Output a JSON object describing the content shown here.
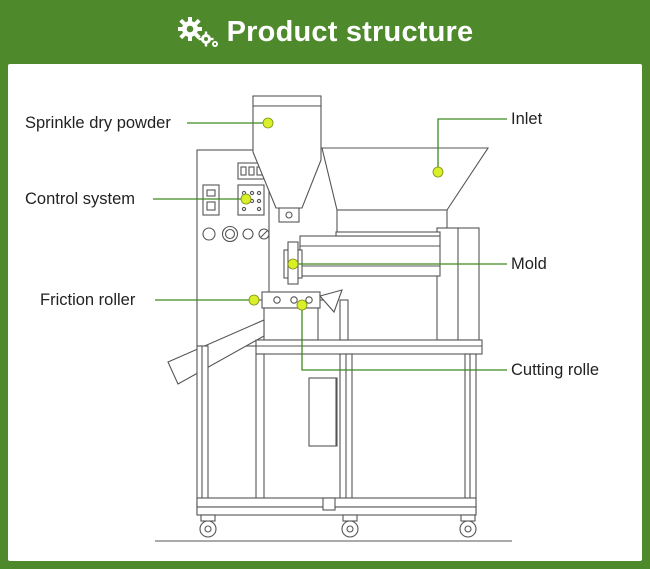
{
  "header": {
    "title": "Product structure",
    "icon": "gears-icon",
    "background": "#4e8a2c",
    "text_color": "#ffffff"
  },
  "diagram": {
    "panel_background": "#ffffff",
    "marker_color": "#d8ef2a",
    "leader_color": "#3c8a1e",
    "line_color": "#555555",
    "labels": {
      "sprinkle": "Sprinkle dry powder",
      "control": "Control system",
      "friction": "Friction roller",
      "inlet": "Inlet",
      "mold": "Mold",
      "cutting": "Cutting rolle"
    }
  }
}
